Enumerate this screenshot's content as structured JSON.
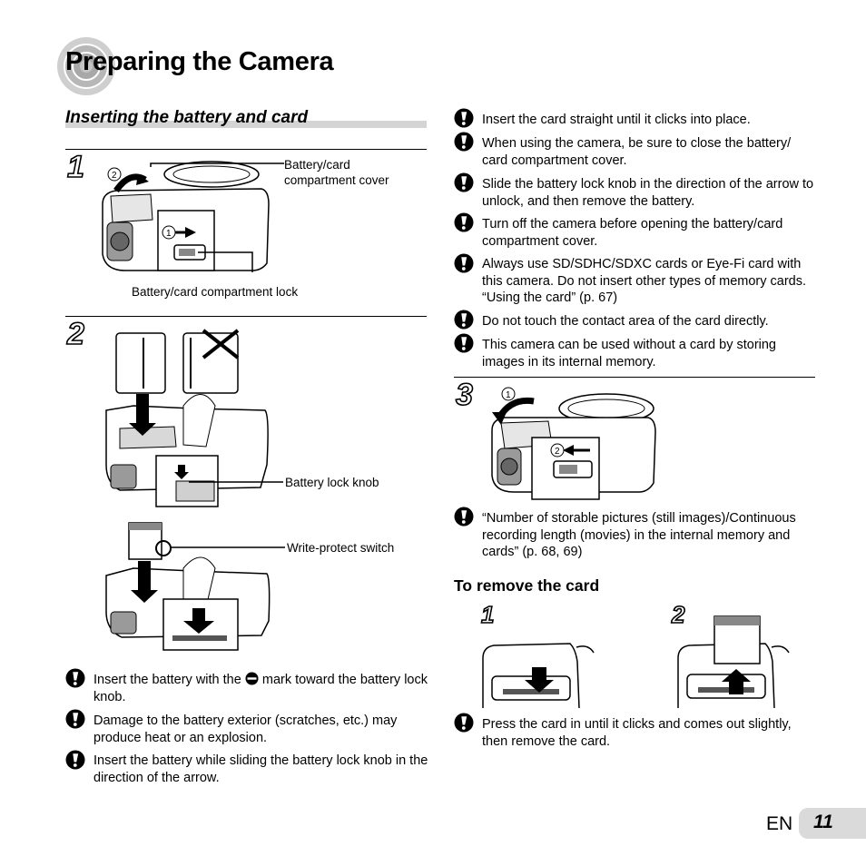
{
  "page": {
    "title": "Preparing the Camera",
    "section_title": "Inserting the battery and card"
  },
  "steps": {
    "s1": "1",
    "s2": "2",
    "s3": "3"
  },
  "labels": {
    "cover": "Battery/card compartment cover",
    "lock": "Battery/card compartment lock",
    "knob": "Battery lock knob",
    "write_protect": "Write-protect switch",
    "callout1": "1",
    "callout2": "2"
  },
  "notes_left": [
    {
      "before": "Insert the battery with the ",
      "after": " mark toward the battery lock knob.",
      "icon": "minus-circle-icon"
    },
    {
      "text": "Damage to the battery exterior (scratches, etc.) may produce heat or an explosion."
    },
    {
      "text": "Insert the battery while sliding the battery lock knob in the direction of the arrow."
    }
  ],
  "notes_right": [
    {
      "text": "Insert the card straight until it clicks into place."
    },
    {
      "text": "When using the camera, be sure to close the battery/ card compartment cover."
    },
    {
      "text": "Slide the battery lock knob in the direction of the arrow to unlock, and then remove the battery."
    },
    {
      "text": "Turn off the camera before opening the battery/card compartment cover."
    },
    {
      "text": "Always use SD/SDHC/SDXC cards or Eye-Fi card with this camera. Do not insert other types of memory cards. “Using the card” (p. 67)"
    },
    {
      "text": "Do not touch the contact area of the card directly."
    },
    {
      "text": "This camera can be used without a card by storing images in its internal memory."
    }
  ],
  "note_after_step3": "“Number of storable pictures (still images)/Continuous recording length (movies) in the internal memory and cards” (p. 68, 69)",
  "remove_card": {
    "title": "To remove the card",
    "step1": "1",
    "step2": "2",
    "note": "Press the card in until it clicks and comes out slightly, then remove the card."
  },
  "footer": {
    "lang": "EN",
    "page_number": "11"
  }
}
